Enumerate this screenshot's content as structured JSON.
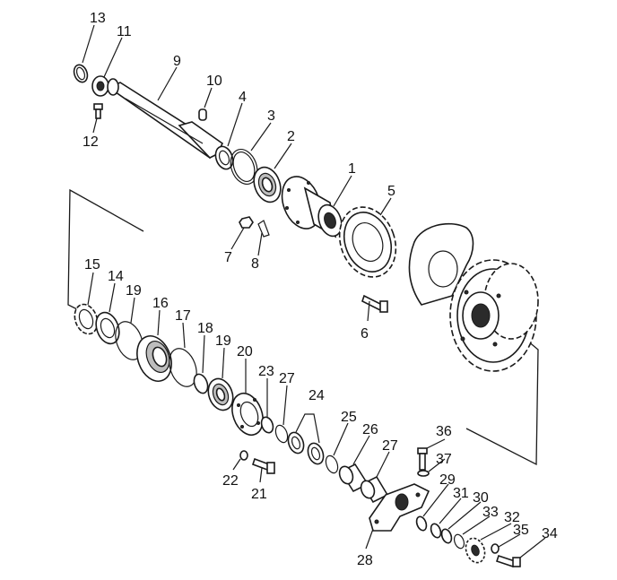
{
  "callouts": [
    "1",
    "2",
    "3",
    "4",
    "5",
    "6",
    "7",
    "8",
    "9",
    "10",
    "11",
    "12",
    "13",
    "14",
    "15",
    "16",
    "17",
    "18",
    "19",
    "20",
    "21",
    "22",
    "23",
    "24",
    "25",
    "26",
    "27",
    "28",
    "29",
    "30",
    "31",
    "32",
    "33",
    "34",
    "35",
    "36",
    "37"
  ],
  "callouts_repeated": {
    "part19": "19",
    "part27": "27"
  },
  "colors": {
    "ink": "#1a1a1a",
    "background": "#ffffff",
    "shade": "#bdbdbd"
  }
}
